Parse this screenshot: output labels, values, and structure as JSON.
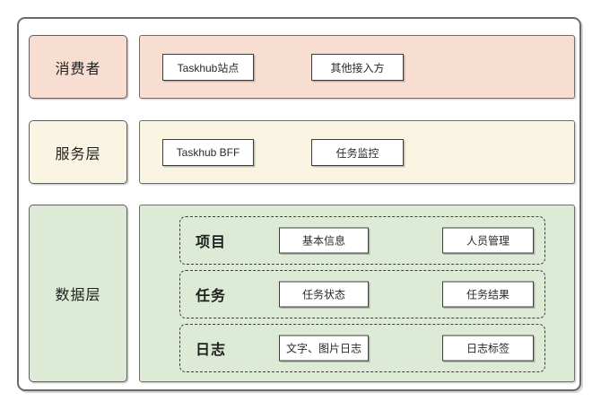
{
  "diagram": {
    "layers": [
      {
        "label": "消费者",
        "boxes": [
          "Taskhub站点",
          "其他接入方"
        ]
      },
      {
        "label": "服务层",
        "boxes": [
          "Taskhub BFF",
          "任务监控"
        ]
      },
      {
        "label": "数据层",
        "groups": [
          {
            "label": "项目",
            "boxes": [
              "基本信息",
              "人员管理"
            ]
          },
          {
            "label": "任务",
            "boxes": [
              "任务状态",
              "任务结果"
            ]
          },
          {
            "label": "日志",
            "boxes": [
              "文字、图片日志",
              "日志标签"
            ]
          }
        ]
      }
    ],
    "colors": {
      "consumer_layer_bg": "#f8ddd1",
      "service_layer_bg": "#faf5e2",
      "data_layer_bg": "#dcead6",
      "node_bg": "#ffffff",
      "node_border": "#3c3c3c",
      "container_border": "#6e6e6e",
      "frame_border": "#6a6a6a",
      "dashed_group_border": "#3f3f3f"
    }
  }
}
